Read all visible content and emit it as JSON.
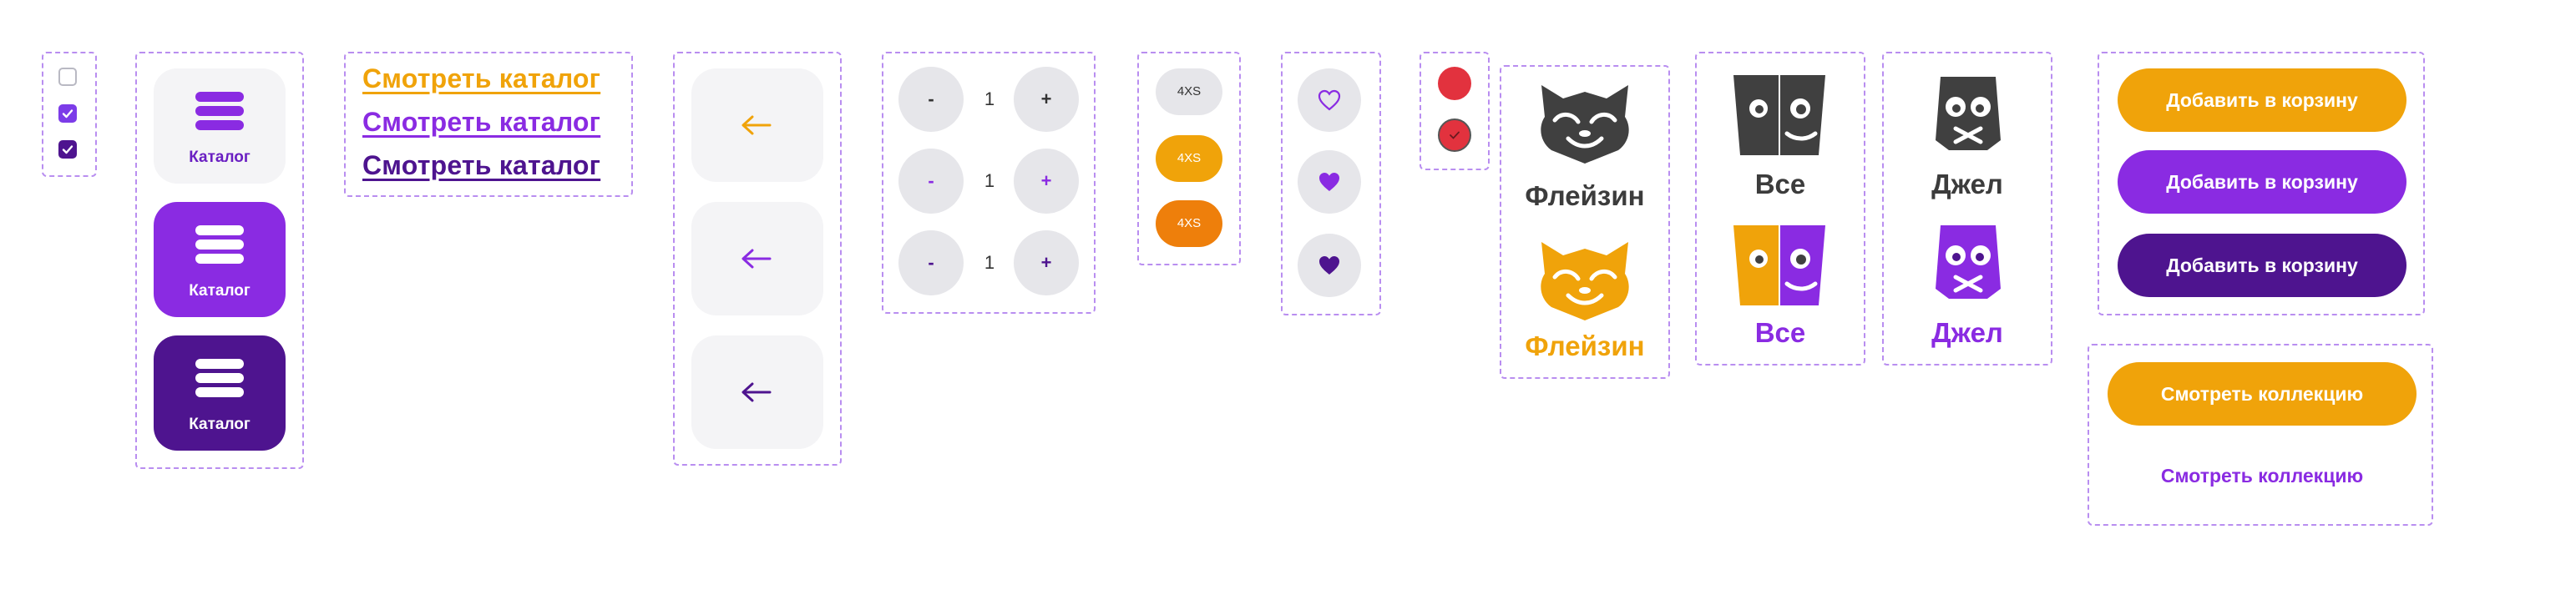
{
  "colors": {
    "orange": "#f0a30a",
    "orange_dark": "#ee7f0b",
    "purple": "#8a2be2",
    "purple_dark": "#4e148f",
    "gray_tile": "#f4f4f6",
    "gray_btn": "#e6e6ea",
    "red": "#e2323e",
    "dark_icon": "#3c3c3c"
  },
  "checkboxes": [
    {
      "checked": false
    },
    {
      "checked": true
    },
    {
      "checked": true
    }
  ],
  "catalog_tiles": [
    {
      "label": "Каталог",
      "state": "default"
    },
    {
      "label": "Каталог",
      "state": "hover"
    },
    {
      "label": "Каталог",
      "state": "active"
    }
  ],
  "links": [
    {
      "text": "Смотреть каталог",
      "state": "default"
    },
    {
      "text": "Смотреть каталог",
      "state": "hover"
    },
    {
      "text": "Смотреть каталог",
      "state": "active"
    }
  ],
  "back_buttons": [
    {
      "icon": "arrow-left-icon",
      "state": "default"
    },
    {
      "icon": "arrow-left-icon",
      "state": "hover"
    },
    {
      "icon": "arrow-left-icon",
      "state": "active"
    }
  ],
  "steppers": [
    {
      "minus": "-",
      "value": "1",
      "plus": "+"
    },
    {
      "minus": "-",
      "value": "1",
      "plus": "+"
    },
    {
      "minus": "-",
      "value": "1",
      "plus": "+"
    }
  ],
  "size_chips": [
    {
      "label": "4XS",
      "state": "default"
    },
    {
      "label": "4XS",
      "state": "selected"
    },
    {
      "label": "4XS",
      "state": "active"
    }
  ],
  "favorites": [
    {
      "icon": "heart-outline-icon"
    },
    {
      "icon": "heart-filled-icon"
    },
    {
      "icon": "heart-filled-icon"
    }
  ],
  "remove_dots": [
    {
      "icon": "red-dot-icon"
    },
    {
      "icon": "red-dot-check-icon"
    }
  ],
  "characters": {
    "fleyzin": [
      {
        "name": "Флейзин"
      },
      {
        "name": "Флейзин"
      }
    ],
    "all": [
      {
        "name": "Все"
      },
      {
        "name": "Все"
      }
    ],
    "dzhel": [
      {
        "name": "Джел"
      },
      {
        "name": "Джел"
      }
    ]
  },
  "cart_buttons": [
    {
      "label": "Добавить в корзину"
    },
    {
      "label": "Добавить в корзину"
    },
    {
      "label": "Добавить в корзину"
    }
  ],
  "collection_buttons": [
    {
      "label": "Смотреть коллекцию"
    },
    {
      "label": "Смотреть коллекцию"
    }
  ]
}
